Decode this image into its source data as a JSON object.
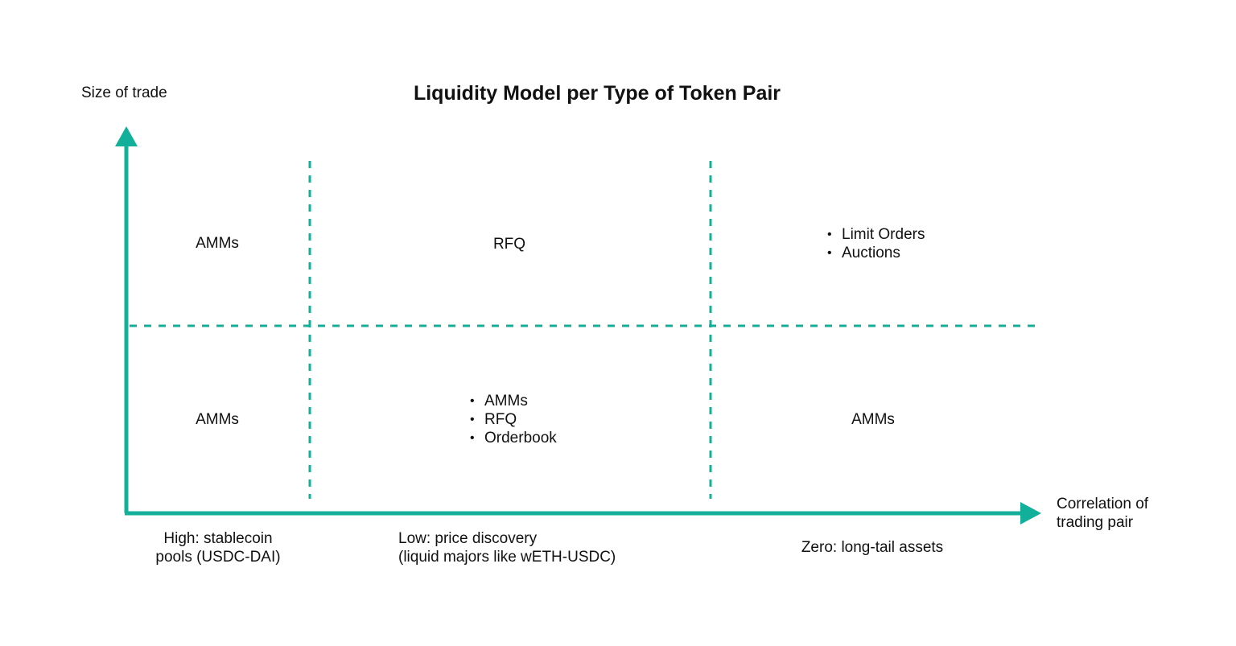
{
  "title": "Liquidity Model per Type of Token Pair",
  "y_axis_label": "Size of trade",
  "x_axis_label": [
    "Correlation of",
    "trading pair"
  ],
  "accent_color": "#12b09a",
  "columns": [
    {
      "label": [
        "High: stablecoin",
        "pools (USDC-DAI)"
      ]
    },
    {
      "label": [
        "Low: price discovery",
        "(liquid majors like wETH-USDC)"
      ]
    },
    {
      "label": [
        "Zero: long-tail assets"
      ]
    }
  ],
  "cells": {
    "top": [
      {
        "items": [
          "AMMs"
        ]
      },
      {
        "items": [
          "RFQ"
        ]
      },
      {
        "items": [
          "Limit Orders",
          "Auctions"
        ],
        "bulleted": true
      }
    ],
    "bottom": [
      {
        "items": [
          "AMMs"
        ]
      },
      {
        "items": [
          "AMMs",
          "RFQ",
          "Orderbook"
        ],
        "bulleted": true
      },
      {
        "items": [
          "AMMs"
        ]
      }
    ]
  }
}
